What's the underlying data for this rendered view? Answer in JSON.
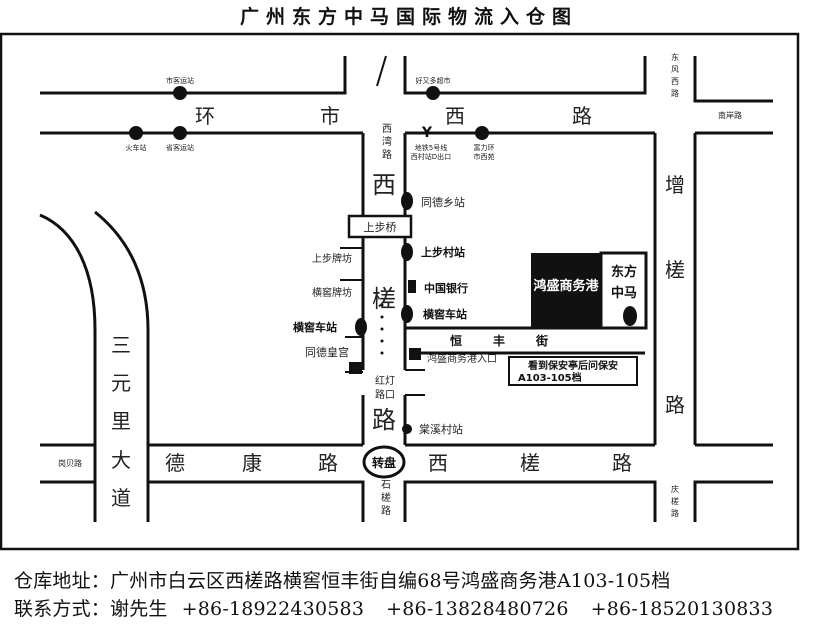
{
  "title": "广州东方中马国际物流入仓图",
  "roads": {
    "huanshi_1": "环",
    "huanshi_2": "市",
    "huanshi_3": "西",
    "huanshi_4": "路",
    "xilang_1": "西",
    "xilang_2": "槎",
    "xilang_3": "路",
    "xilang_wan": "西湾路",
    "shijiao": "石槎路",
    "zengcha_1": "增",
    "zengcha_2": "槎",
    "zengcha_3": "路",
    "sanyuanli_1": "三",
    "sanyuanli_2": "元",
    "sanyuanli_3": "里",
    "sanyuanli_4": "大",
    "sanyuanli_5": "道",
    "dekang_1": "德",
    "dekang_2": "康",
    "dekang_3": "路",
    "xicha_1": "西",
    "xicha_2": "槎",
    "xicha_3": "路",
    "dongfeng_xi": "东风西路",
    "nanan": "南岸路",
    "gangbei": "岗贝路",
    "qingcha": "庆槎路",
    "hengfeng_1": "恒",
    "hengfeng_2": "丰",
    "hengfeng_3": "街"
  },
  "stops": {
    "shikeyun": "市客运站",
    "youyou": "好又多超市",
    "huoche": "火车站",
    "shengkeyun": "省客运站",
    "metro": "地铁5号线西村站D出口",
    "fuli": "富力环市西苑",
    "tongdexiang": "同德乡站",
    "shangbuqiao": "上步桥",
    "shangbucun": "上步村站",
    "shangbupaifang": "上步牌坊",
    "hengjiaopaifang": "横窖牌坊",
    "zhongguoyinhang": "中国银行",
    "hengjiao_right": "横窖车站",
    "hengjiao_left": "横窖车站",
    "tongdehuanggong": "同德皇宫",
    "hongsheng_entry": "鸿盛商务港入口",
    "honglu": "红灯路口",
    "tangxi": "棠溪村站",
    "roundabout": "转盘"
  },
  "buildings": {
    "hongsheng": "鸿盛商务港",
    "dongfangzhongma": "东方中马",
    "note": "看到保安亭后问保安 A103-105档"
  },
  "footer": {
    "address_label": "仓库地址：",
    "address": "广州市白云区西槎路横窖恒丰街自编68号鸿盛商务港A103-105档",
    "contact_label": "联系方式：",
    "contact_name": "谢先生",
    "phone1": "+86-18922430583",
    "phone2": "+86-13828480726",
    "phone3": "+86-18520130833"
  }
}
